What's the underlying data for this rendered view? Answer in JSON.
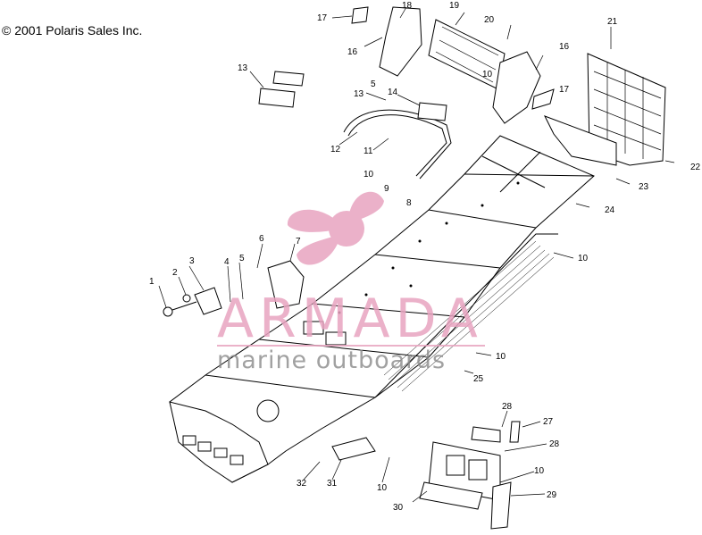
{
  "copyright": "© 2001 Polaris Sales Inc.",
  "watermark": {
    "word": "ARMADA",
    "subtitle": "marine outboards",
    "color": "#e8a4c0"
  },
  "callouts": {
    "c17a": "17",
    "c18": "18",
    "c19": "19",
    "c20": "20",
    "c21": "21",
    "c16a": "16",
    "c16b": "16",
    "c10a": "10",
    "c5a": "5",
    "c13a": "13",
    "c13b": "13",
    "c14": "14",
    "c17b": "17",
    "c22": "22",
    "c12": "12",
    "c11": "11",
    "c10b": "10",
    "c9": "9",
    "c23": "23",
    "c8": "8",
    "c24": "24",
    "c6": "6",
    "c7": "7",
    "c10c": "10",
    "c3": "3",
    "c2": "2",
    "c4": "4",
    "c5b": "5",
    "c1": "1",
    "c10d": "10",
    "c25": "25",
    "c28a": "28",
    "c27": "27",
    "c28b": "28",
    "c10e": "10",
    "c29": "29",
    "c32": "32",
    "c31": "31",
    "c10f": "10",
    "c30": "30"
  }
}
